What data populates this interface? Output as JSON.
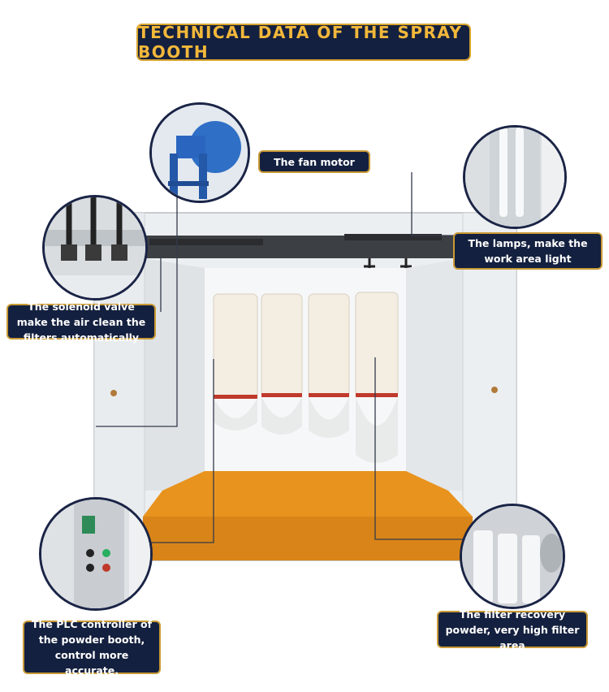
{
  "title": "TECHNICAL DATA OF THE SPRAY BOOTH",
  "callouts": {
    "fan_motor": "The fan motor",
    "lamps": "The lamps, make the work area light",
    "solenoid": "The solenoid valve make the air clean the filters automatically",
    "plc": "The PLC controller of the powder booth, control more accurate.",
    "filter": "The filter recovery powder, very high filter area"
  },
  "colors": {
    "banner_bg": "#14203f",
    "banner_text": "#f3b83a",
    "border_gold": "#c99a36",
    "booth_floor": "#e8931e",
    "filter_cartridge": "#f4ede2"
  }
}
